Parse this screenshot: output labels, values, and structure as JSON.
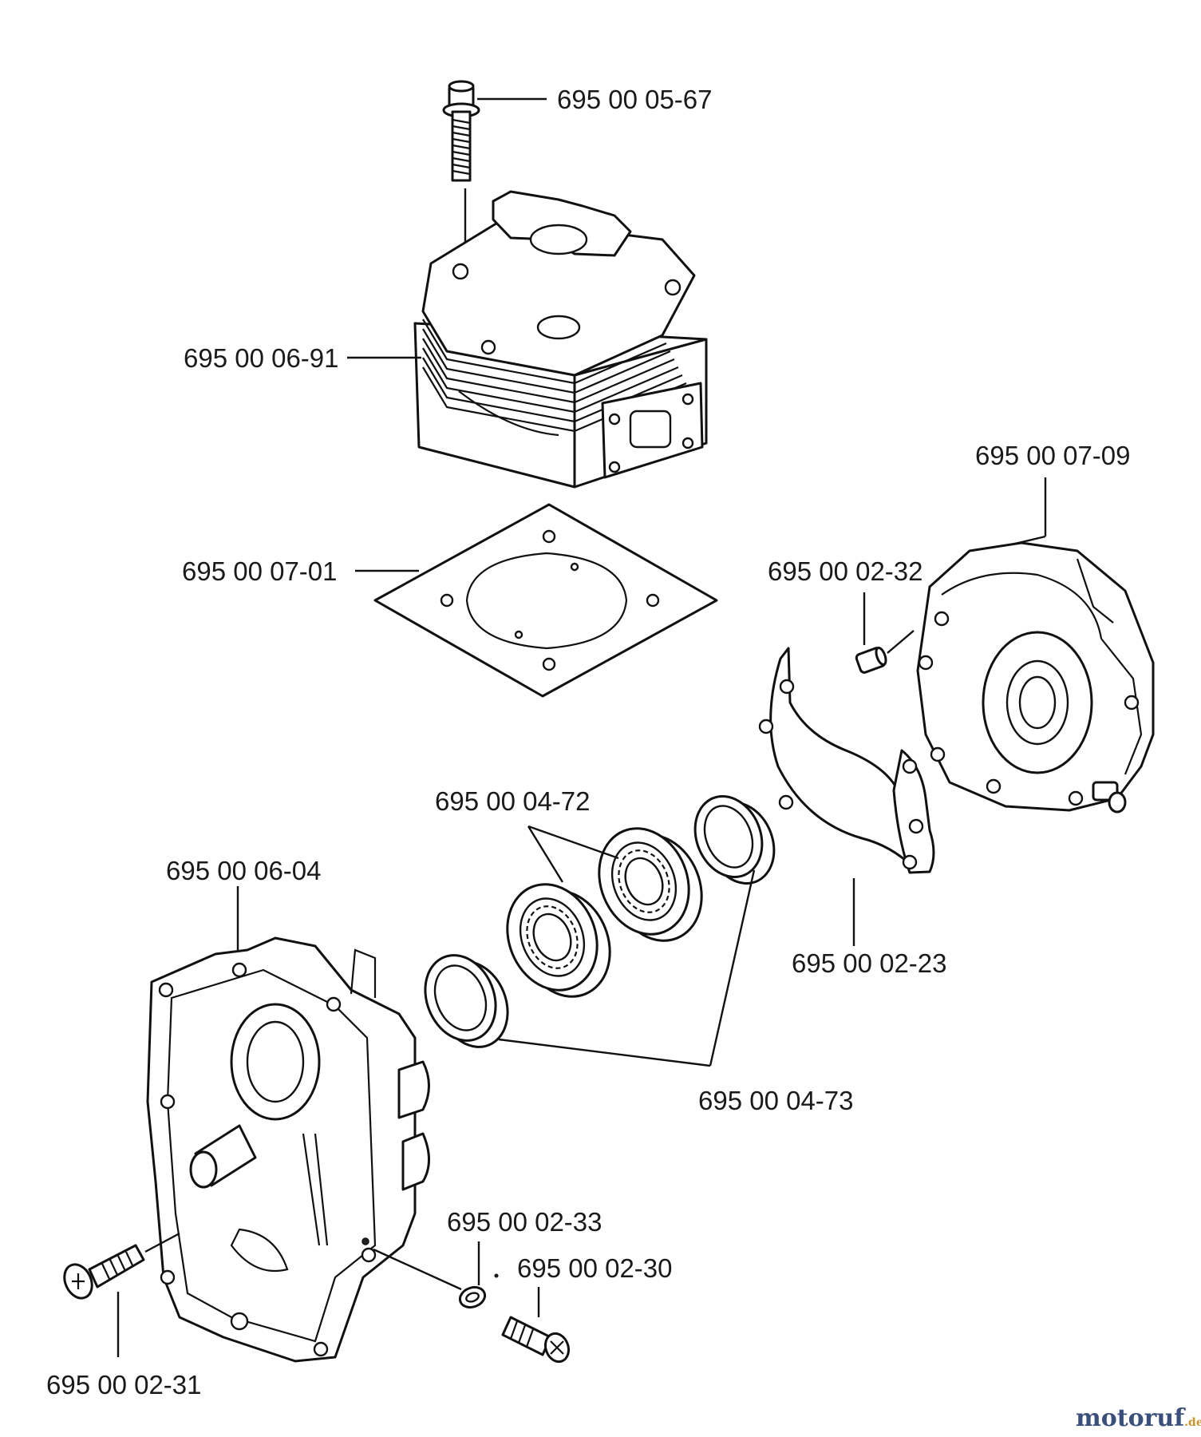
{
  "parts": [
    {
      "id": "bolt-top",
      "number": "695 00 05-67"
    },
    {
      "id": "cylinder",
      "number": "695 00 06-91"
    },
    {
      "id": "crankcase-right",
      "number": "695 00 07-09"
    },
    {
      "id": "cylinder-gasket",
      "number": "695 00 07-01"
    },
    {
      "id": "pin-right",
      "number": "695 00 02-32"
    },
    {
      "id": "bearings",
      "number": "695 00 04-72"
    },
    {
      "id": "crankcase-left",
      "number": "695 00 06-04"
    },
    {
      "id": "crankcase-gasket",
      "number": "695 00 02-23"
    },
    {
      "id": "seals",
      "number": "695 00 04-73"
    },
    {
      "id": "washer",
      "number": "695 00 02-33"
    },
    {
      "id": "plug-screw",
      "number": "695 00 02-30"
    },
    {
      "id": "screw-left",
      "number": "695 00 02-31"
    }
  ],
  "watermark": {
    "main": "motoruf",
    "suffix": ".de"
  }
}
